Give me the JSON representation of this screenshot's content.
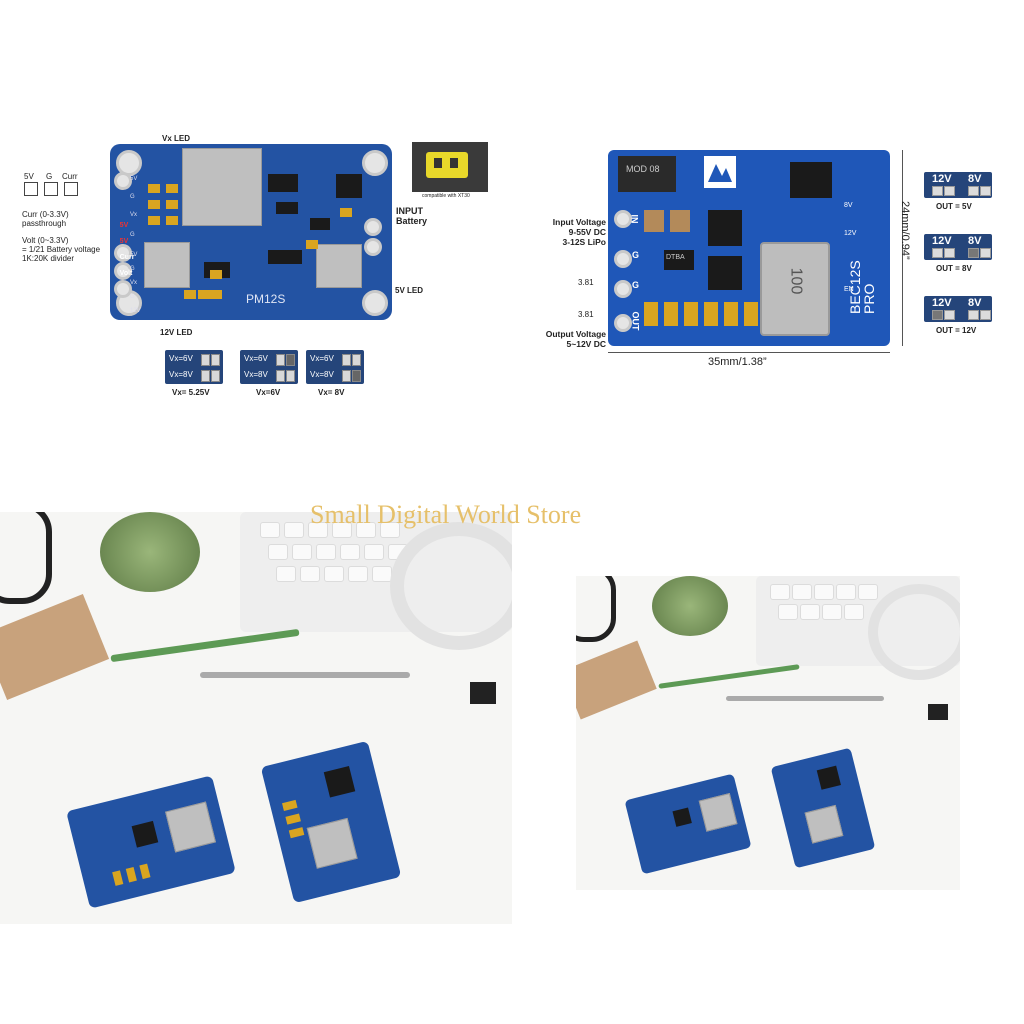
{
  "watermark": "Small Digital World Store",
  "pm12s": {
    "board_label": "PM12S",
    "pad_labels": [
      "5V",
      "G",
      "Curr"
    ],
    "curr_note": "Curr (0-3.3V)\npassthrough",
    "volt_note": "Volt (0~3.3V)\n= 1/21 Battery voltage\n1K:20K divider",
    "vx_led": "Vx LED",
    "led_12v": "12V LED",
    "led_5v": "5V LED",
    "input_battery": "INPUT\nBattery",
    "xt30": "compatible with XT30",
    "left_side_labels": [
      "5V",
      "G",
      "Vx",
      "5V",
      "5V",
      "Curr",
      "Volt",
      "G",
      "5V",
      "G",
      "Vx",
      "G",
      "12V"
    ],
    "vx_options": [
      {
        "row1": "Vx=6V",
        "row2": "Vx=8V",
        "caption": "Vx= 5.25V"
      },
      {
        "row1": "Vx=6V",
        "row2": "Vx=8V",
        "caption": "Vx=6V"
      },
      {
        "row1": "Vx=6V",
        "row2": "Vx=8V",
        "caption": "Vx= 8V"
      }
    ]
  },
  "bec12s": {
    "board_label": "BEC12S\nPRO",
    "pins": [
      "IN",
      "G",
      "G",
      "OUT"
    ],
    "input_voltage": "Input Voltage\n9-55V DC\n3-12S LiPo",
    "output_voltage": "Output Voltage\n5~12V DC",
    "pitch_a": "3.81",
    "pitch_b": "3.81",
    "width": "35mm/1.38”",
    "height": "24mm/0.94”",
    "inductor": "100",
    "outputs": [
      {
        "a": "12V",
        "b": "8V",
        "caption": "OUT = 5V"
      },
      {
        "a": "12V",
        "b": "8V",
        "caption": "OUT = 8V"
      },
      {
        "a": "12V",
        "b": "8V",
        "caption": "OUT = 12V"
      }
    ],
    "silk": [
      "MOD 08",
      "8V",
      "12V",
      "EN",
      "DTBA"
    ]
  }
}
